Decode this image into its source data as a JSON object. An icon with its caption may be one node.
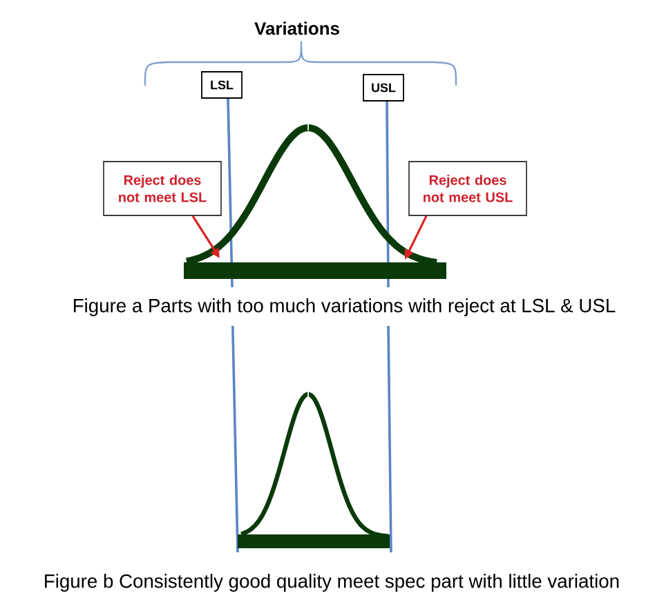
{
  "diagram": {
    "nodes": [
      {
        "text": [
          "LSL"
        ]
      },
      {
        "text": [
          "USL"
        ]
      },
      {
        "text": [
          "Reject does not meet LSL"
        ]
      },
      {
        "text": [
          "Reject does not meet USL"
        ]
      }
    ],
    "edges": [
      {
        "from": 2,
        "to": null,
        "arrow": "to"
      },
      {
        "from": 3,
        "to": null,
        "arrow": "to"
      }
    ],
    "labels": [
      "Variations",
      "Figure a Parts with too much variations with reject at LSL & USL",
      "Figure b Consistently good quality meet spec part with little variation"
    ]
  }
}
